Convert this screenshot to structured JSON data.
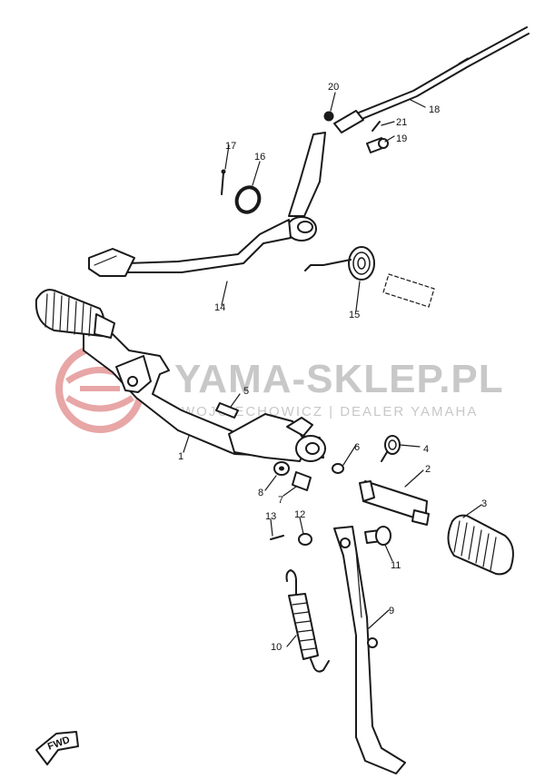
{
  "watermark": {
    "title": "YAMA-SKLEP.PL",
    "subtitle": "WOJCIECHOWICZ | DEALER YAMAHA",
    "logo_color": "#e8a6a6",
    "text_color": "#c8c8c8"
  },
  "forward_marker": "FWD",
  "callouts": {
    "c1": "1",
    "c2": "2",
    "c3": "3",
    "c4": "4",
    "c5": "5",
    "c6": "6",
    "c7": "7",
    "c8": "8",
    "c9": "9",
    "c10": "10",
    "c11": "11",
    "c12": "12",
    "c13": "13",
    "c14": "14",
    "c15": "15",
    "c16": "16",
    "c17": "17",
    "c18": "18",
    "c19": "19",
    "c20": "20",
    "c21": "21"
  }
}
